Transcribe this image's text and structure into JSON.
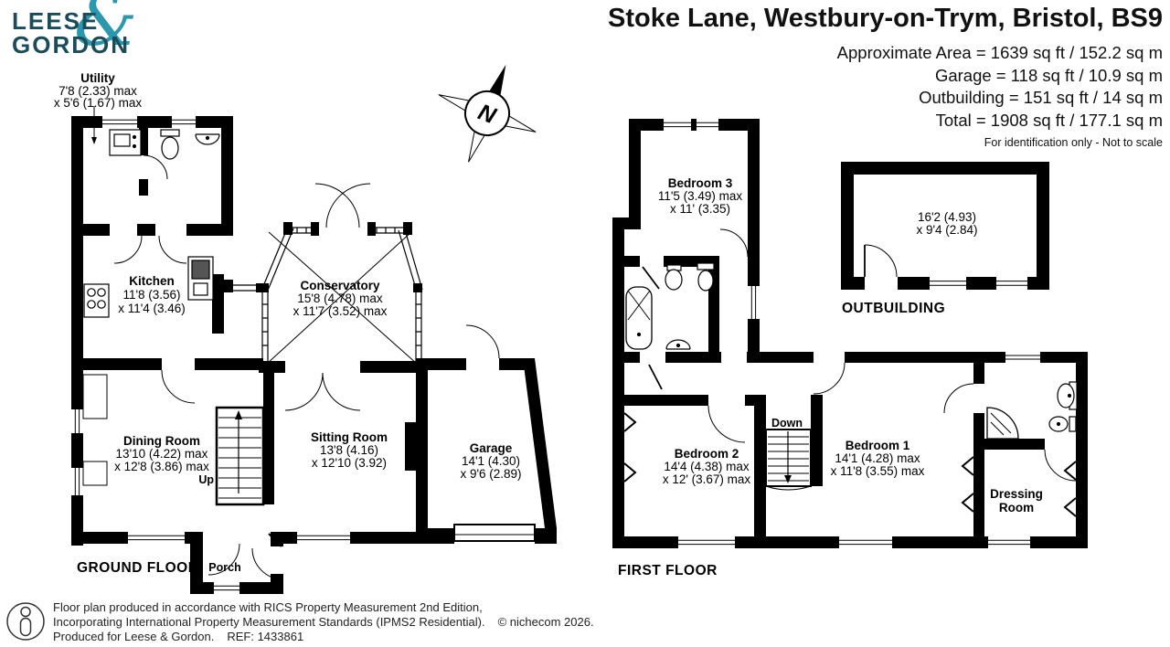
{
  "logo": {
    "line1": "LEESE",
    "line2": "GORDON",
    "ampersand": "&"
  },
  "header": {
    "title": "Stoke Lane, Westbury-on-Trym, Bristol, BS9",
    "area_lines": [
      "Approximate Area = 1639 sq ft / 152.2 sq m",
      "Garage = 118 sq ft / 10.9 sq m",
      "Outbuilding = 151 sq ft / 14 sq m",
      "Total = 1908 sq ft / 177.1 sq m"
    ],
    "disclaimer": "For identification only - Not to scale"
  },
  "compass": {
    "letter": "N"
  },
  "ground_floor": {
    "label": "GROUND FLOOR",
    "up_label": "Up",
    "rooms": {
      "utility": {
        "name": "Utility",
        "dim1": "7'8 (2.33) max",
        "dim2": "x 5'6 (1.67) max"
      },
      "kitchen": {
        "name": "Kitchen",
        "dim1": "11'8 (3.56)",
        "dim2": "x 11'4 (3.46)"
      },
      "conservatory": {
        "name": "Conservatory",
        "dim1": "15'8 (4.78) max",
        "dim2": "x 11'7 (3.52) max"
      },
      "dining": {
        "name": "Dining Room",
        "dim1": "13'10 (4.22) max",
        "dim2": "x 12'8 (3.86) max"
      },
      "sitting": {
        "name": "Sitting Room",
        "dim1": "13'8 (4.16)",
        "dim2": "x 12'10 (3.92)"
      },
      "garage": {
        "name": "Garage",
        "dim1": "14'1 (4.30)",
        "dim2": "x 9'6 (2.89)"
      },
      "porch": {
        "name": "Porch"
      }
    }
  },
  "first_floor": {
    "label": "FIRST FLOOR",
    "down_label": "Down",
    "rooms": {
      "bedroom3": {
        "name": "Bedroom 3",
        "dim1": "11'5 (3.49) max",
        "dim2": "x 11' (3.35)"
      },
      "bedroom2": {
        "name": "Bedroom 2",
        "dim1": "14'4 (4.38) max",
        "dim2": "x 12' (3.67) max"
      },
      "bedroom1": {
        "name": "Bedroom 1",
        "dim1": "14'1 (4.28) max",
        "dim2": "x 11'8 (3.55) max"
      },
      "dressing": {
        "name1": "Dressing",
        "name2": "Room"
      }
    }
  },
  "outbuilding": {
    "label": "OUTBUILDING",
    "dim1": "16'2 (4.93)",
    "dim2": "x 9'4 (2.84)"
  },
  "footer": {
    "line1": "Floor plan produced in accordance with RICS Property Measurement 2nd Edition,",
    "line2": "Incorporating International Property Measurement Standards (IPMS2 Residential).",
    "copyright": "© nichecom 2026.",
    "line3": "Produced for Leese & Gordon.",
    "ref": "REF: 1433861"
  },
  "colors": {
    "logo_dark": "#1a4c5c",
    "logo_teal": "#2b98ae",
    "plan": "#000000"
  }
}
